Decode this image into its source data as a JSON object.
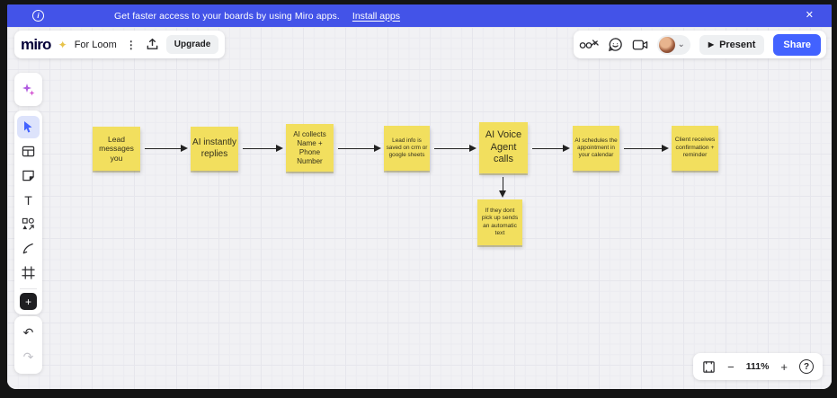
{
  "banner": {
    "info_glyph": "i",
    "message": "Get faster access to your boards by using Miro apps.",
    "link_label": "Install apps",
    "close_glyph": "✕"
  },
  "topbar": {
    "logo": "miro",
    "sparkle_glyph": "✦",
    "board_name": "For Loom",
    "more_glyph": "⋮",
    "upgrade_label": "Upgrade",
    "present_label": "Present",
    "play_glyph": "▶",
    "share_label": "Share",
    "chevron_glyph": "⌄"
  },
  "left_toolbar": {
    "text_tool_glyph": "T",
    "plus_glyph": "+",
    "undo_glyph": "↶",
    "redo_glyph": "↷"
  },
  "flow": {
    "nodes": [
      {
        "label": "Lead messages you"
      },
      {
        "label": "AI instantly replies"
      },
      {
        "label": "AI collects Name + Phone Number"
      },
      {
        "label": "Lead info is saved on crm or google sheets"
      },
      {
        "label": "AI Voice Agent calls"
      },
      {
        "label": "AI schedules the appointment in your calendar"
      },
      {
        "label": "Client receives confirmation + reminder"
      },
      {
        "label": "If they dont pick up sends an automatic text"
      }
    ]
  },
  "zoom_bar": {
    "minus_glyph": "−",
    "zoom_level": "111%",
    "plus_glyph": "+",
    "help_glyph": "?"
  },
  "colors": {
    "banner_blue": "#4353e8",
    "share_blue": "#4262ff",
    "sticky_yellow": "#f2df5e",
    "canvas_bg": "#f1f1f4",
    "selected_tool_blue": "#4262ff"
  }
}
